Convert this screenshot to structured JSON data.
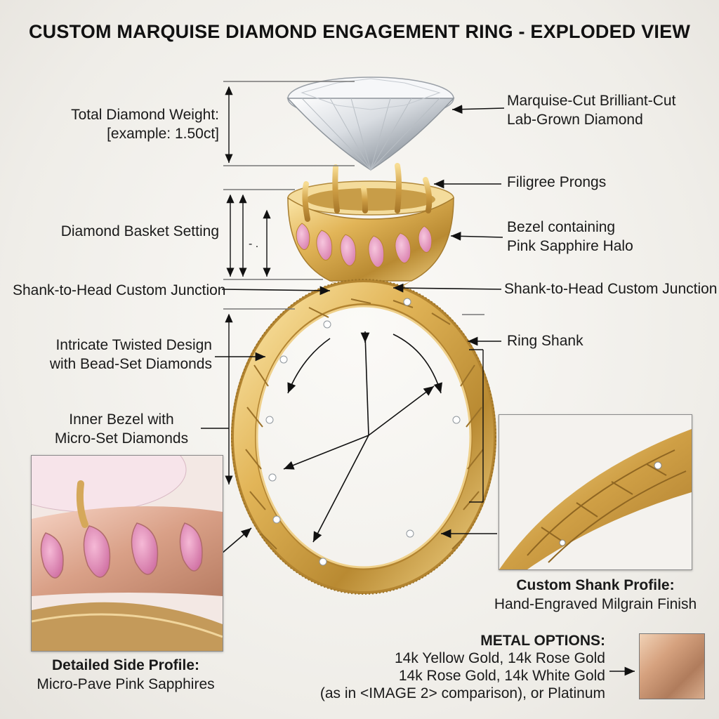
{
  "title": "CUSTOM MARQUISE DIAMOND ENGAGEMENT RING - EXPLODED VIEW",
  "left_labels": {
    "diamond_weight_line1": "Total Diamond Weight:",
    "diamond_weight_line2": "[example: 1.50ct]",
    "basket": "Diamond Basket Setting",
    "junction": "Shank-to-Head Custom Junction",
    "twisted_line1": "Intricate Twisted Design",
    "twisted_line2": "with Bead-Set Diamonds",
    "inner_bezel_line1": "Inner Bezel with",
    "inner_bezel_line2": "Micro-Set Diamonds",
    "tick_mark": "- ."
  },
  "right_labels": {
    "diamond_line1": "Marquise-Cut Brilliant-Cut",
    "diamond_line2": "Lab-Grown Diamond",
    "prongs": "Filigree Prongs",
    "bezel_line1": "Bezel containing",
    "bezel_line2": "Pink Sapphire Halo",
    "junction": "Shank-to-Head Custom Junction",
    "shank": "Ring Shank"
  },
  "side_profile": {
    "heading": "Detailed Side Profile:",
    "caption": "Micro-Pave Pink Sapphires"
  },
  "shank_profile": {
    "heading": "Custom Shank Profile:",
    "caption": "Hand-Engraved Milgrain Finish"
  },
  "metal_options": {
    "heading": "METAL OPTIONS:",
    "line1": "14k Yellow Gold, 14k Rose Gold",
    "line2": "14k Rose Gold, 14k White Gold",
    "line3": "(as in <IMAGE 2> comparison), or Platinum"
  },
  "colors": {
    "yellow_gold": "#d9ad52",
    "rose_gold": "#d7a080",
    "pink_sapphire": "#e49ac0",
    "diamond": "#eef2f6"
  }
}
